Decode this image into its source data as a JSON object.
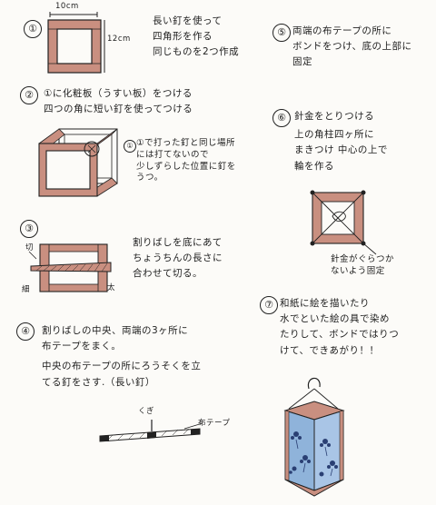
{
  "steps": [
    {
      "number": "①",
      "dim_width": "10cm",
      "dim_height": "12cm",
      "lines": [
        "長い釘を使って",
        "四角形を作る",
        "同じものを2つ作成"
      ]
    },
    {
      "number": "②",
      "lines": [
        "①に化粧板（うすい板）をつける",
        "四つの角に短い釘を使ってつける"
      ],
      "note": [
        "①で打った釘と同じ場所",
        "には打てないので",
        "少しずらした位置に釘を",
        "うつ。"
      ],
      "note_marker": "①"
    },
    {
      "number": "③",
      "lines": [
        "割りばしを底にあて",
        "ちょうちんの長さに",
        "合わせて切る。"
      ],
      "label_cut": "切",
      "label_thin": "細",
      "label_thick": "太"
    },
    {
      "number": "④",
      "lines": [
        "割りばしの中央、両端の3ヶ所に",
        "布テープをまく。",
        "中央の布テープの所にろうそくを立",
        "てる釘をさす.（長い釘）"
      ],
      "label_nail": "くぎ",
      "label_tape": "布テープ"
    },
    {
      "number": "⑤",
      "lines": [
        "両端の布テープの所に",
        "ボンドをつけ、底の上部に",
        "固定"
      ]
    },
    {
      "number": "⑥",
      "lines": [
        "針金をとりつける",
        "上の角柱四ヶ所に",
        "まきつけ 中心の上で",
        "輪を作る"
      ],
      "caption": [
        "針金がぐらつか",
        "ないよう固定"
      ]
    },
    {
      "number": "⑦",
      "lines": [
        "和紙に絵を描いたり",
        "水でといた絵の具で染め",
        "たりして、ボンドではりつ",
        "けて、できあがり！！"
      ]
    }
  ],
  "colors": {
    "wood": "#c98f80",
    "wood_dark": "#b57565",
    "ink": "#1e1e1e",
    "paper_blue": "#8fb3da"
  }
}
